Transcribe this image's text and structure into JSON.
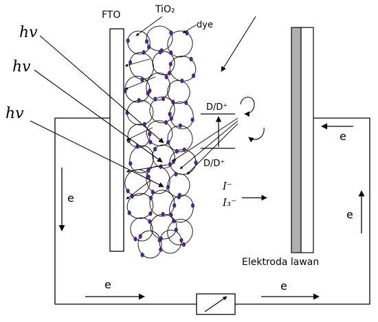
{
  "labels": {
    "fto": "FTO",
    "tio2": "TiO₂",
    "dye": "dye",
    "photon_1": "hv",
    "photon_2": "hv",
    "photon_3": "hv",
    "redox_top": "D/D⁺",
    "redox_bottom": "D/D⁺",
    "iodide": "I⁻",
    "triiodide": "I₃⁻",
    "counter_electrode": "Elektroda lawan",
    "electron_left": "e",
    "electron_bottom_left": "e",
    "electron_bottom_right": "e",
    "electron_right_top": "e",
    "electron_right_side": "e"
  },
  "colors": {
    "line": "#000000",
    "dye_particle": "#4b2a78",
    "counter_electrode_fill": "#b0b0b0"
  }
}
